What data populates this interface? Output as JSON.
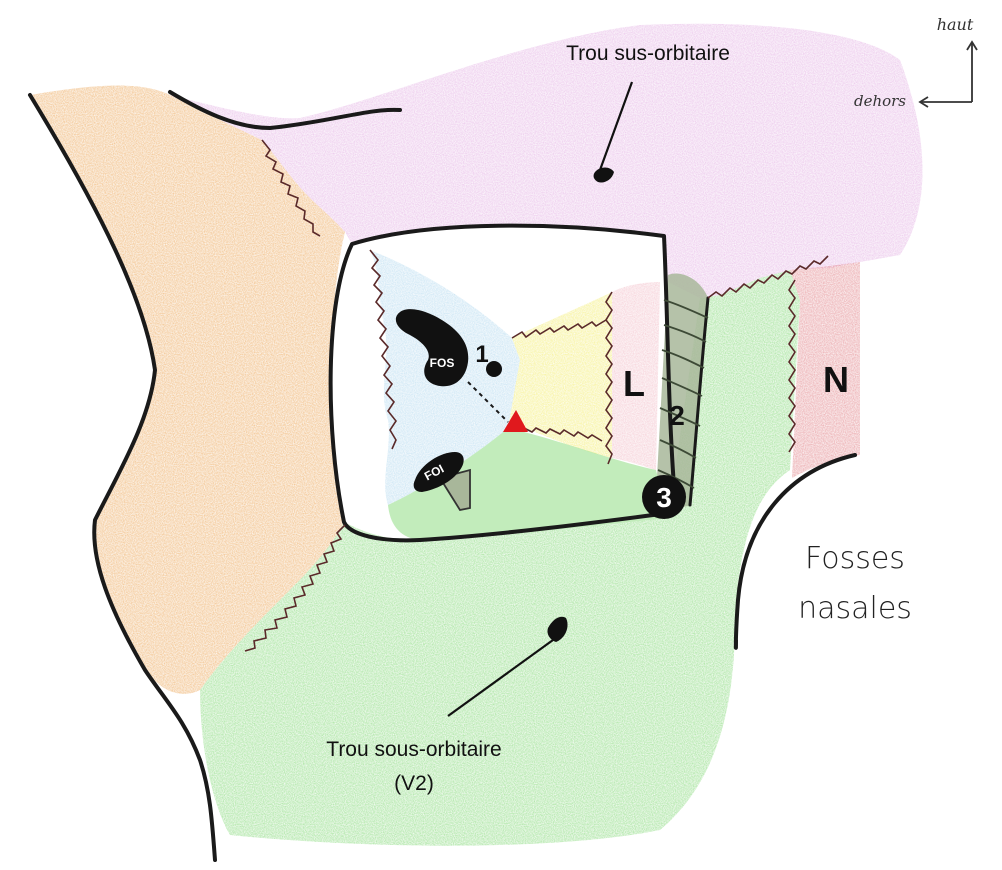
{
  "labels": {
    "sus_orbitaire": "Trou sus-orbitaire",
    "sous_orbitaire_line1": "Trou sous-orbitaire",
    "sous_orbitaire_line2": "(V2)",
    "fosses_line1": "Fosses",
    "fosses_line2": "nasales",
    "L": "L",
    "N": "N",
    "fos": "FOS",
    "foi": "FOI",
    "num1": "1",
    "num2": "2",
    "num3": "3"
  },
  "orientation": {
    "up": "haut",
    "out": "dehors"
  },
  "colors": {
    "frontal": "#e6b8e6",
    "zygomatic": "#eeb06a",
    "maxilla": "#8fdc84",
    "sphenoid": "#b9dcf0",
    "ethmoid": "#f4ee7a",
    "lacrimal": "#f3c2cc",
    "nasal": "#e48f94",
    "canal": "#a8b79a",
    "marker": "#e0191d",
    "outline": "#1a1a1a"
  }
}
